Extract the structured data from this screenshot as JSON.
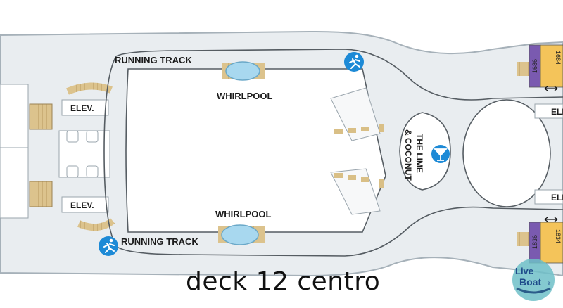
{
  "map": {
    "labels": {
      "running_track_top": "RUNNING TRACK",
      "running_track_bottom": "RUNNING TRACK",
      "whirlpool_top": "WHIRLPOOL",
      "whirlpool_bottom": "WHIRLPOOL",
      "elev_left_top": "ELEV.",
      "elev_left_bottom": "ELEV.",
      "elev_right_top": "ELE",
      "elev_right_bottom": "ELE",
      "bar_line1": "THE LIME",
      "bar_line2": "& COCONUT"
    },
    "cabins": {
      "top_left": "1686",
      "top_right": "1684",
      "bottom_left": "1836",
      "bottom_right": "1834"
    },
    "icons": [
      "running-icon",
      "running-icon",
      "cocktail-bar-icon"
    ],
    "colors": {
      "deck_fill": "#e8ecef",
      "deck_outline": "#a9b4bc",
      "track_outline": "#545b61",
      "icon_blue": "#1d8ad6",
      "pool_blue": "#a8d8ef",
      "wood": "#d9bf86",
      "cabin_purple": "#7a5ab0",
      "cabin_yellow": "#f4c45a"
    }
  },
  "caption": "deck 12 centro",
  "watermark": {
    "line1": "Live",
    "line2": "Boat",
    "suffix": ".it"
  }
}
